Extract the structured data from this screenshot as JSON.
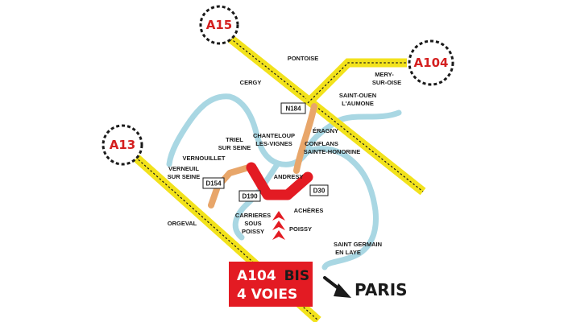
{
  "colors": {
    "highway": "#f2e21b",
    "river": "#a9d7e3",
    "secondary_road": "#e8a66a",
    "project": "#e31b23",
    "shield_text": "#d42020",
    "ink": "#1a1a1a"
  },
  "shields": {
    "a15": "A15",
    "a104": "A104",
    "a13": "A13"
  },
  "road_badges": {
    "n184": "N184",
    "d154": "D154",
    "d190": "D190",
    "d30": "D30"
  },
  "towns": {
    "pontoise": "PONTOISE",
    "cergy": "CERGY",
    "mery_line1": "MERY-",
    "mery_line2": "SUR-OISE",
    "saint_ouen_line1": "SAINT-OUEN",
    "saint_ouen_line2": "L'AUMONE",
    "eragny": "ÉRAGNY",
    "conflans_line1": "CONFLANS",
    "conflans_line2": "SAINTE-HONORINE",
    "triel_line1": "TRIEL",
    "triel_line2": "SUR SEINE",
    "chanteloup_line1": "CHANTELOUP",
    "chanteloup_line2": "LES-VIGNES",
    "vernouillet": "VERNOUILLET",
    "verneuil_line1": "VERNEUIL",
    "verneuil_line2": "SUR SEINE",
    "andresy": "ANDRESY",
    "acheres": "ACHÈRES",
    "carrieres_line1": "CARRIERES",
    "carrieres_line2": "SOUS",
    "carrieres_line3": "POISSY",
    "poissy": "POISSY",
    "orgeval": "ORGEVAL",
    "saint_germain_line1": "SAINT GERMAIN",
    "saint_germain_line2": "EN LAYE"
  },
  "project": {
    "line1_a": "A104",
    "line1_b": "BIS",
    "line2": "4 VOIES"
  },
  "destination": {
    "label": "PARIS"
  }
}
